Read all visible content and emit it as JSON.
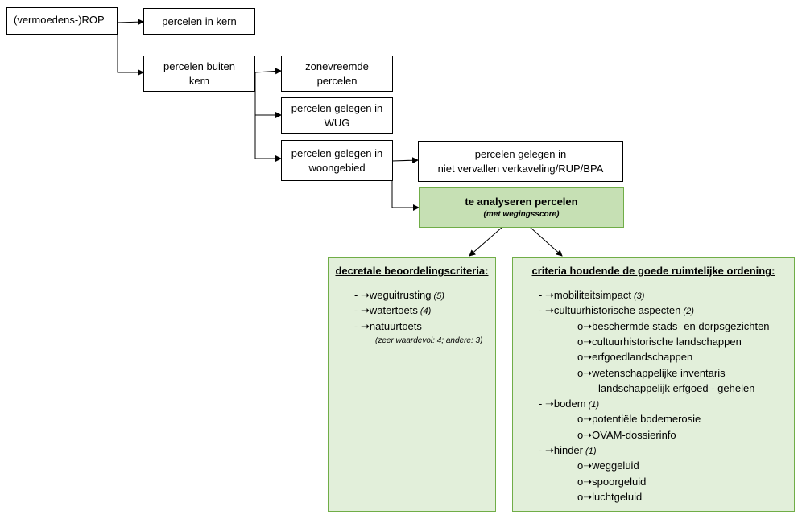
{
  "nodes": {
    "rop": "(vermoedens-)ROP",
    "in_kern": "percelen in kern",
    "buiten_kern": "percelen buiten kern",
    "zonevreemd": "zonevreemde percelen",
    "wug": "percelen gelegen in WUG",
    "woongebied": "percelen gelegen in woongebied",
    "verkaveling_line1": "percelen gelegen in",
    "verkaveling_line2": "niet vervallen verkaveling/RUP/BPA",
    "analyse_title": "te analyseren percelen",
    "analyse_sub": "(met wegingsscore)"
  },
  "decretal": {
    "title": "decretale beoordelingscriteria:",
    "items": [
      {
        "label": "weguitrusting",
        "score": "(5)"
      },
      {
        "label": "watertoets",
        "score": "(4)"
      },
      {
        "label": "natuurtoets",
        "score": ""
      }
    ],
    "note": "(zeer waardevol: 4; andere: 3)"
  },
  "goede": {
    "title": "criteria houdende de goede ruimtelijke ordening:",
    "items": [
      {
        "label": "mobiliteitsimpact",
        "score": "(3)",
        "subs": []
      },
      {
        "label": "cultuurhistorische aspecten",
        "score": "(2)",
        "subs": [
          "beschermde stads- en dorpsgezichten",
          "cultuurhistorische landschappen",
          "erfgoedlandschappen",
          "wetenschappelijke inventaris",
          "landschappelijk erfgoed - gehelen"
        ]
      },
      {
        "label": "bodem",
        "score": "(1)",
        "subs": [
          "potentiële bodemerosie",
          "OVAM-dossierinfo"
        ]
      },
      {
        "label": "hinder",
        "score": "(1)",
        "subs": [
          "weggeluid",
          "spoorgeluid",
          "luchtgeluid"
        ]
      }
    ]
  },
  "markers": {
    "level1": "- ➝",
    "level2": "o➝"
  },
  "colors": {
    "green_fill": "#c6e0b4",
    "panel_fill": "#e2efda",
    "green_border": "#70ad47"
  }
}
